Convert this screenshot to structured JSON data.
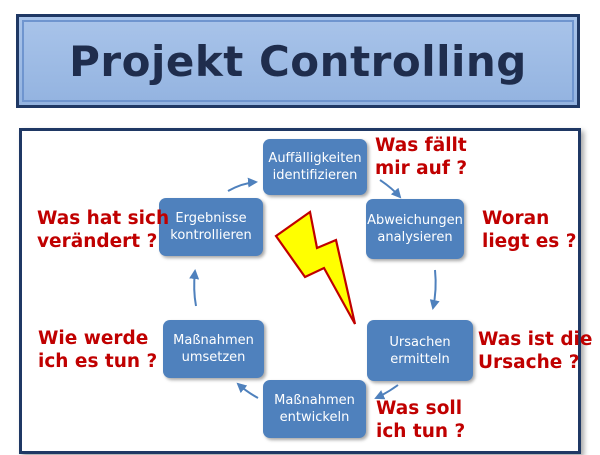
{
  "title": "Projekt Controlling",
  "steps": [
    {
      "id": "auffaelligkeiten",
      "label": "Auffälligkeiten\nidentifizieren"
    },
    {
      "id": "abweichungen",
      "label": "Abweichungen\nanalysieren"
    },
    {
      "id": "ursachen",
      "label": "Ursachen\nermitteln"
    },
    {
      "id": "massnahmen-entwickeln",
      "label": "Maßnahmen\nentwickeln"
    },
    {
      "id": "massnahmen-umsetzen",
      "label": "Maßnahmen\numsetzen"
    },
    {
      "id": "ergebnisse",
      "label": "Ergebnisse\nkontrollieren"
    }
  ],
  "questions": [
    {
      "id": "was-faellt",
      "text": "Was fällt\nmir auf ?"
    },
    {
      "id": "woran",
      "text": "Woran\nliegt es ?"
    },
    {
      "id": "ursache",
      "text": "Was ist die\nUrsache ?"
    },
    {
      "id": "was-soll",
      "text": "Was soll\nich tun ?"
    },
    {
      "id": "wie-werde",
      "text": "Wie werde\nich es tun ?"
    },
    {
      "id": "was-hat",
      "text": "Was hat sich\nverändert ?"
    }
  ],
  "colors": {
    "node_fill": "#4f81bd",
    "question_text": "#c00000",
    "arrow": "#4f81bd",
    "banner_fill": "#9dbbe5",
    "border": "#1f3864",
    "lightning_fill": "#ffff00",
    "lightning_stroke": "#c00000"
  },
  "icons": {
    "center": "lightning-bolt-icon",
    "connector": "curved-arrow-icon"
  }
}
